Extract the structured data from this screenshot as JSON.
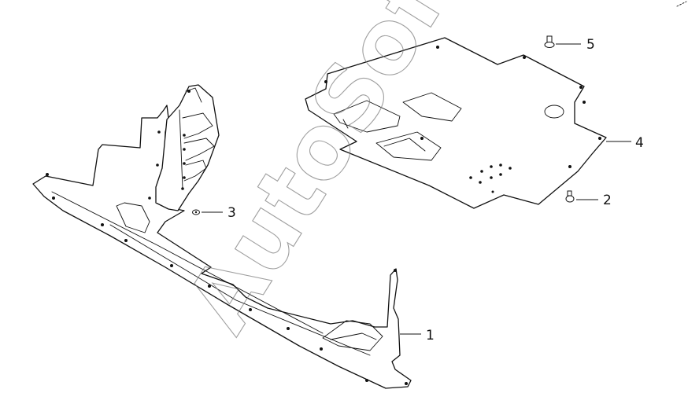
{
  "watermark": "AutoSoft",
  "callouts": [
    {
      "id": "1",
      "label": "1"
    },
    {
      "id": "2",
      "label": "2"
    },
    {
      "id": "3",
      "label": "3"
    },
    {
      "id": "4",
      "label": "4"
    },
    {
      "id": "5",
      "label": "5"
    }
  ]
}
